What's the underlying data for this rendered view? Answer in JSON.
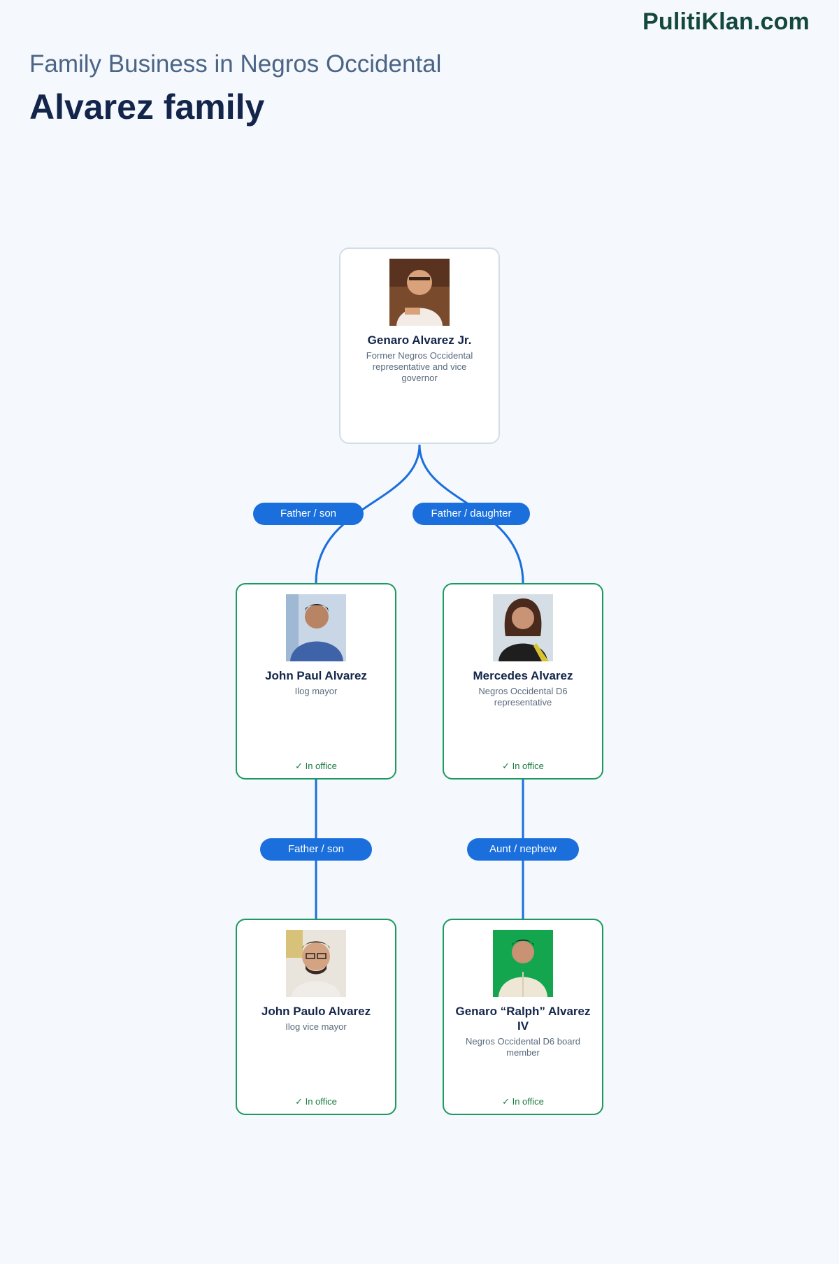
{
  "brand": "PulitiKlan.com",
  "header": {
    "subtitle": "Family Business in Negros Occidental",
    "title": "Alvarez family"
  },
  "colors": {
    "link": "#1a6fdc",
    "current_border": "#1c9a5f",
    "former_border": "#d3dde8",
    "status_text": "#1a7a3e"
  },
  "members": {
    "genaro_jr": {
      "name": "Genaro Alvarez Jr.",
      "role": "Former Negros Occidental representative and vice governor",
      "status": ""
    },
    "john_paul": {
      "name": "John Paul Alvarez",
      "role": "Ilog mayor",
      "status": "✓ In office"
    },
    "mercedes": {
      "name": "Mercedes Alvarez",
      "role": "Negros Occidental D6 representative",
      "status": "✓ In office"
    },
    "john_paulo": {
      "name": "John Paulo Alvarez",
      "role": "Ilog vice mayor",
      "status": "✓ In office"
    },
    "ralph": {
      "name": "Genaro “Ralph” Alvarez IV",
      "role": "Negros Occidental D6 board member",
      "status": "✓ In office"
    }
  },
  "relations": {
    "r1": "Father / son",
    "r2": "Father / daughter",
    "r3": "Father / son",
    "r4": "Aunt / nephew"
  }
}
